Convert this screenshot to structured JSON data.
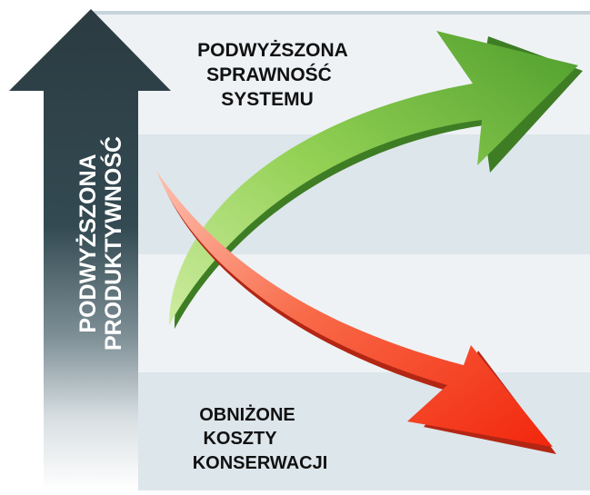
{
  "diagram": {
    "vertical_arrow_label": [
      "PODWYŻSZONA",
      "PRODUKTYWNOŚĆ"
    ],
    "rising_arrow_label": [
      "PODWYŻSZONA",
      "SPRAWNOŚĆ",
      "SYSTEMU"
    ],
    "falling_arrow_label": [
      "OBNIŻONE",
      "KOSZTY",
      "KONSERWACJI"
    ]
  },
  "colors": {
    "background": "#ffffff",
    "band_light": "#eef2f5",
    "band_dark": "#dde6eb",
    "arrow_dark": "#2b3b41",
    "green_light": "#b4e476",
    "green_dark": "#4c9a2a",
    "red_light": "#fbb19d",
    "red_dark": "#f52b10",
    "label_text": "#111111",
    "vertical_text": "#ffffff"
  }
}
